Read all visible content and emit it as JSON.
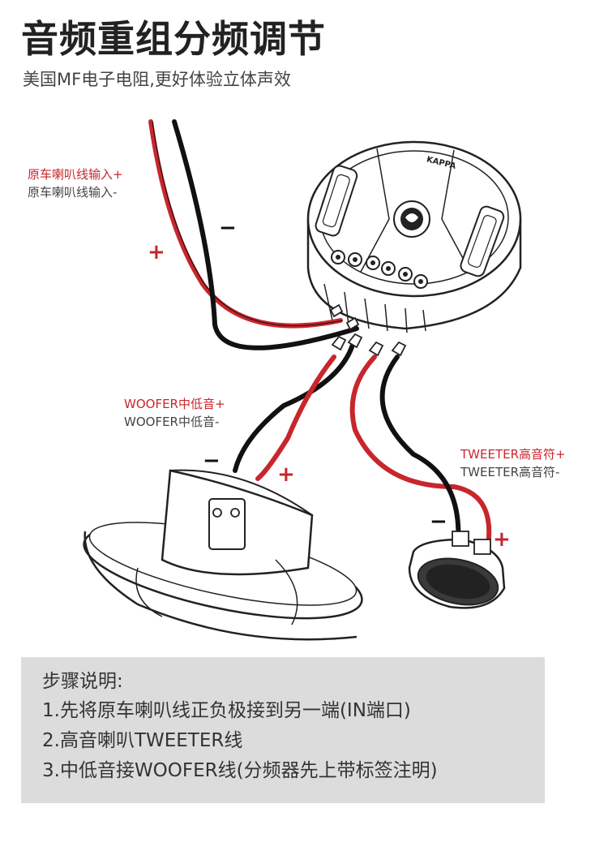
{
  "title": "音频重组分频调节",
  "subtitle": "美国MF电子电阻,更好体验立体声效",
  "brand_label": "KAPPA",
  "labels": {
    "input_positive": "原车喇叭线输入+",
    "input_negative": "原车喇叭线输入-",
    "woofer_positive": "WOOFER中低音+",
    "woofer_negative": "WOOFER中低音-",
    "tweeter_positive": "TWEETER高音符+",
    "tweeter_negative": "TWEETER高音符-"
  },
  "polarity": {
    "plus": "+",
    "minus": "−"
  },
  "steps": {
    "heading": "步骤说明:",
    "items": [
      "1.先将原车喇叭线正负极接到另一端(IN端口)",
      "2.高音喇叭TWEETER线",
      "3.中低音接WOOFER线(分频器先上带标签注明)"
    ]
  },
  "colors": {
    "wire_positive": "#c8262d",
    "wire_negative": "#111111",
    "label_positive": "#c8262d",
    "steps_bg": "#dcdcdc"
  }
}
